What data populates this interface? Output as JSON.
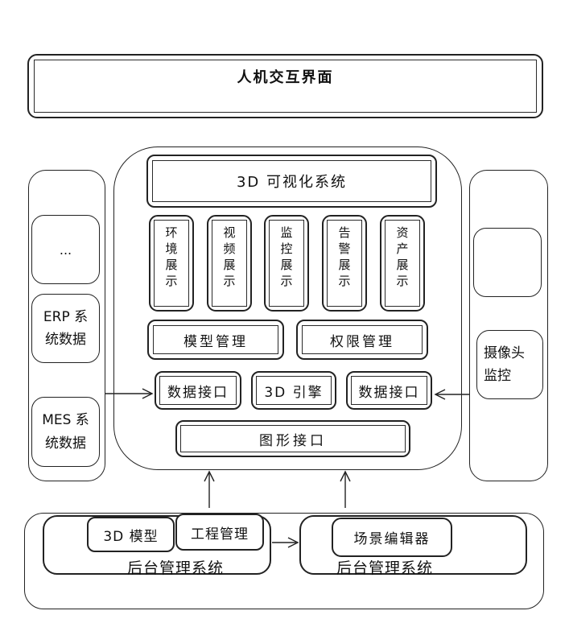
{
  "colors": {
    "line": "#222222",
    "background": "#ffffff",
    "text": "#111111"
  },
  "top_banner": {
    "title": "人机交互界面"
  },
  "left_panel": {
    "items": [
      {
        "label": "..."
      },
      {
        "label": "ERP 系\n统数据"
      },
      {
        "label": "MES 系\n统数据"
      }
    ]
  },
  "right_panel": {
    "empty_box_label": "",
    "camera_label": "摄像头\n监控"
  },
  "center": {
    "title": "3D 可视化系统",
    "modules": [
      "环境展示",
      "视频展示",
      "监控展示",
      "告警展示",
      "资产展示"
    ],
    "management": [
      "模型管理",
      "权限管理"
    ],
    "interfaces": [
      "数据接口",
      "3D 引擎",
      "数据接口"
    ],
    "graphics_interface": "图形接口"
  },
  "bottom": {
    "left_system": {
      "boxes": [
        "3D 模型",
        "工程管理"
      ],
      "label": "后台管理系统"
    },
    "right_system": {
      "boxes": [
        "场景编辑器"
      ],
      "label": "后台管理系统"
    }
  }
}
